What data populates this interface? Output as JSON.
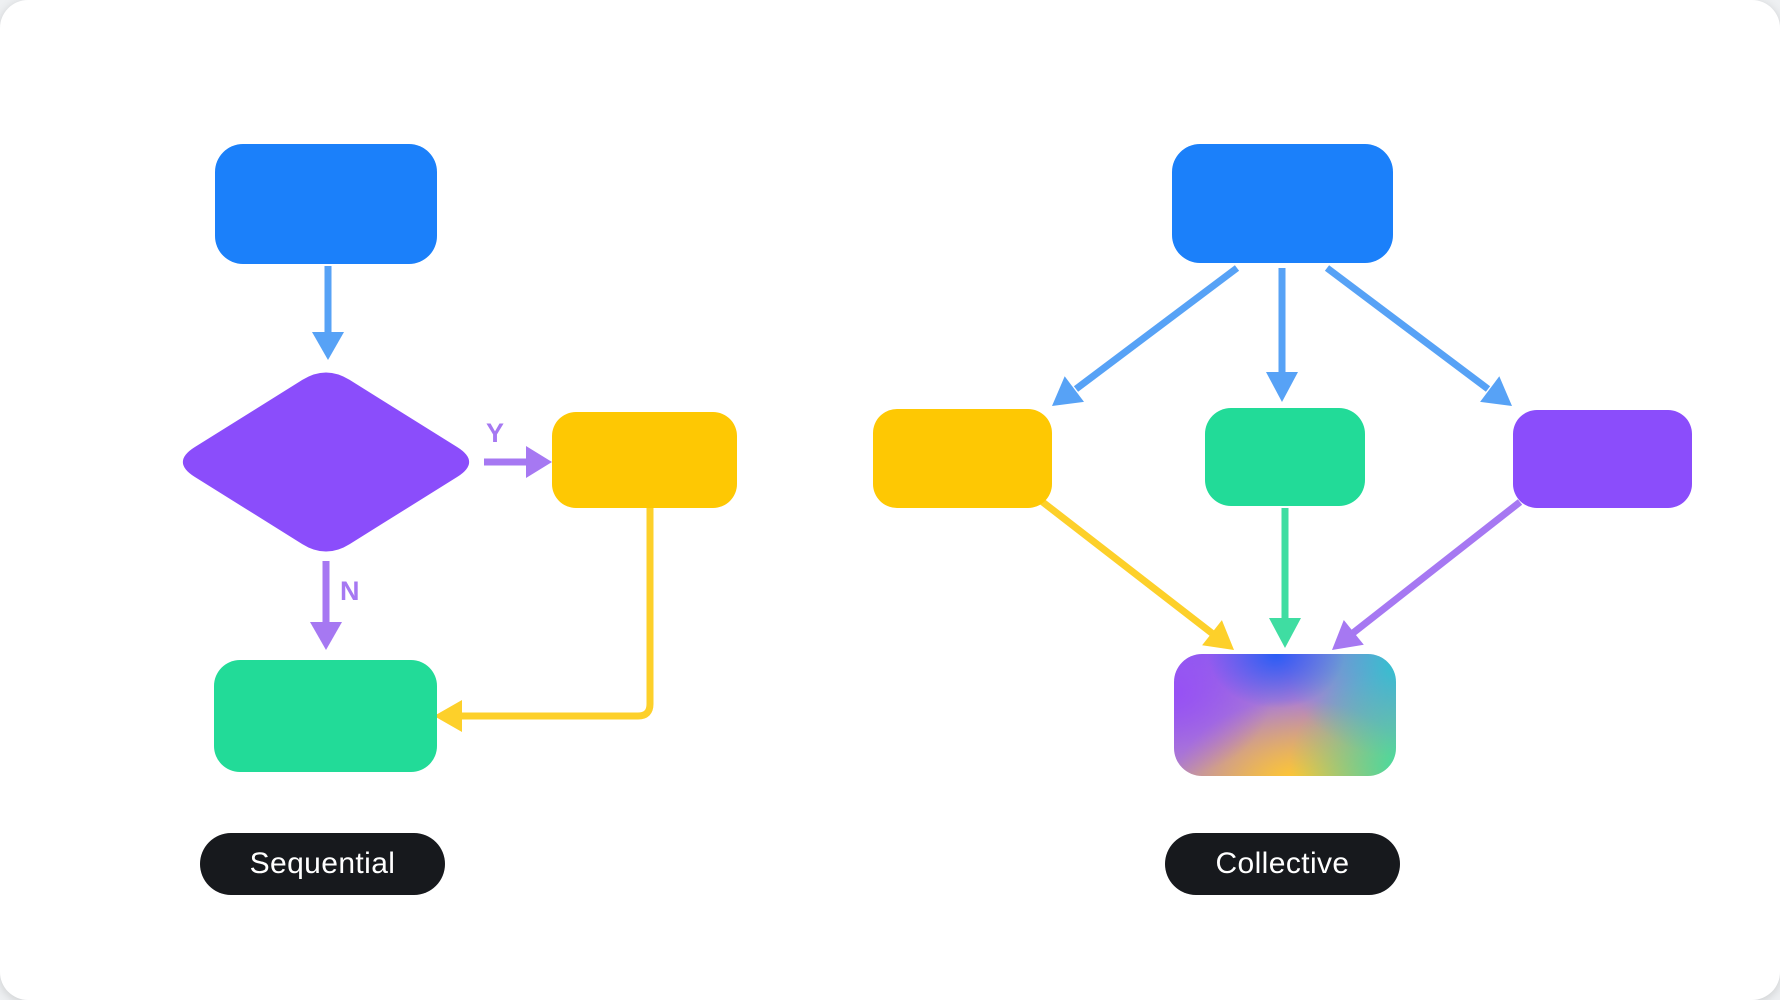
{
  "colors": {
    "card-bg": "#ffffff",
    "blue": "#1b80fa",
    "purple": "#8b4dfb",
    "yellow": "#fec803",
    "green": "#22db98",
    "arrow-blue": "#57a2f6",
    "arrow-purple": "#a678f2",
    "arrow-yellow": "#fdd02a",
    "arrow-green": "#3fdda2",
    "pill-bg": "#17191d",
    "pill-text": "#ffffff"
  },
  "diagrams": [
    {
      "id": "sequential",
      "caption": "Sequential",
      "edge_labels": {
        "yes": "Y",
        "no": "N"
      },
      "nodes": [
        {
          "name": "start",
          "shape": "rounded-rect",
          "color": "#1b80fa"
        },
        {
          "name": "decision",
          "shape": "diamond",
          "color": "#8b4dfb"
        },
        {
          "name": "yes-branch",
          "shape": "rounded-rect",
          "color": "#fec803"
        },
        {
          "name": "end",
          "shape": "rounded-rect",
          "color": "#22db98"
        }
      ],
      "edges": [
        {
          "from": "start",
          "to": "decision",
          "color": "#57a2f6",
          "label": ""
        },
        {
          "from": "decision",
          "to": "yes-branch",
          "color": "#a678f2",
          "label": "Y"
        },
        {
          "from": "decision",
          "to": "end",
          "color": "#a678f2",
          "label": "N"
        },
        {
          "from": "yes-branch",
          "to": "end",
          "color": "#fdd02a",
          "label": ""
        }
      ]
    },
    {
      "id": "collective",
      "caption": "Collective",
      "nodes": [
        {
          "name": "start",
          "shape": "rounded-rect",
          "color": "#1b80fa"
        },
        {
          "name": "worker-a",
          "shape": "rounded-rect",
          "color": "#fec803"
        },
        {
          "name": "worker-b",
          "shape": "rounded-rect",
          "color": "#22db98"
        },
        {
          "name": "worker-c",
          "shape": "rounded-rect",
          "color": "#8b4dfb"
        },
        {
          "name": "merge",
          "shape": "rounded-rect",
          "color": "gradient(#9750f5,#2a5df5,#2cc4cf,#3fdf9e,#ffc733)"
        }
      ],
      "edges": [
        {
          "from": "start",
          "to": "worker-a",
          "color": "#57a2f6",
          "label": ""
        },
        {
          "from": "start",
          "to": "worker-b",
          "color": "#57a2f6",
          "label": ""
        },
        {
          "from": "start",
          "to": "worker-c",
          "color": "#57a2f6",
          "label": ""
        },
        {
          "from": "worker-a",
          "to": "merge",
          "color": "#fdd02a",
          "label": ""
        },
        {
          "from": "worker-b",
          "to": "merge",
          "color": "#3fdda2",
          "label": ""
        },
        {
          "from": "worker-c",
          "to": "merge",
          "color": "#a678f2",
          "label": ""
        }
      ]
    }
  ]
}
